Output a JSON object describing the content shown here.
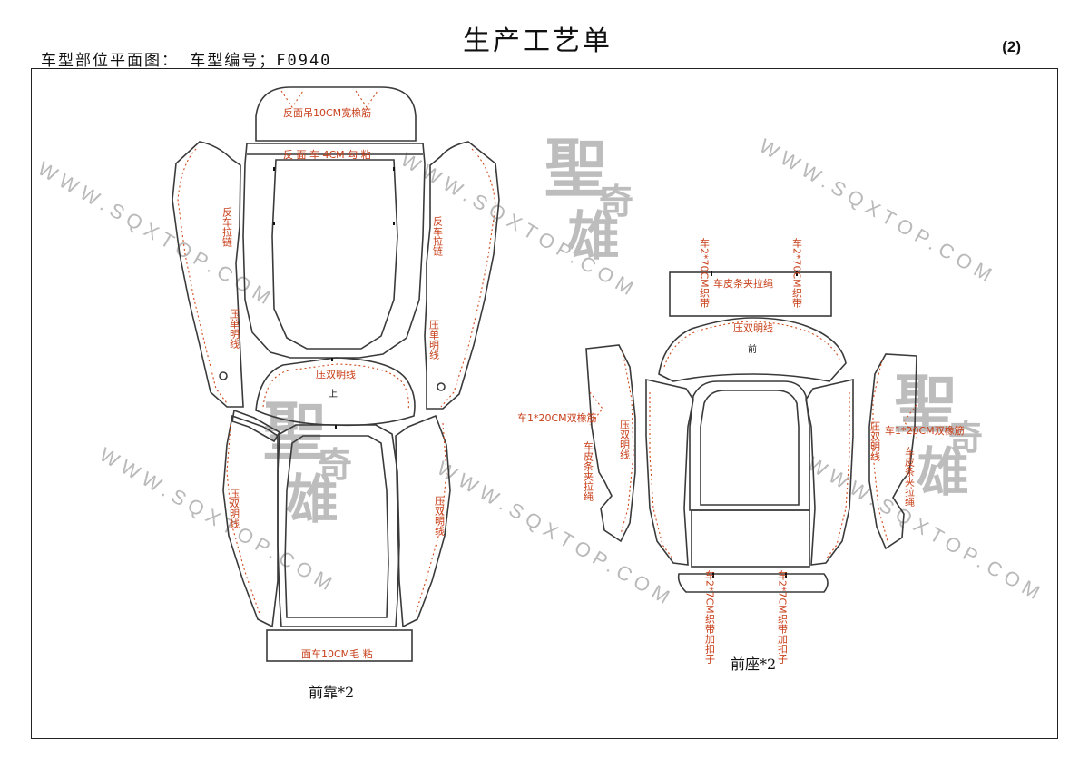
{
  "header": {
    "title": "生产工艺单",
    "left_label": "车型部位平面图：  车型编号；F0940",
    "page_number": "(2)"
  },
  "watermark": {
    "url": "WWW.SQXTOP.COM",
    "logo_char_1": "聖",
    "logo_char_2": "奇",
    "logo_char_3": "雄"
  },
  "back_pattern": {
    "caption": "前靠*2",
    "top_flap_note": "反面吊10CM宽橡筋",
    "band_note": "反 面 车 4CM  勾 粘",
    "left_zip": "反车拉链",
    "right_zip": "反车拉链",
    "left_single_stitch": "压单明线",
    "right_single_stitch": "压单明线",
    "head_double_stitch": "压双明线",
    "head_up_mark": "上",
    "left_double_stitch": "压双明线",
    "right_double_stitch": "压双明线",
    "bottom_note": "面车10CM毛 粘"
  },
  "seat_pattern": {
    "caption": "前座*2",
    "strip_note_left": "车2*70CM织带",
    "strip_note_right": "车2*70CM织带",
    "strip_note_center": "车皮条夹拉绳",
    "front_double_stitch": "压双明线",
    "front_mark": "前",
    "left_elastic": "车1*20CM双橡筋",
    "left_leather_strip": "车皮条夹拉绳",
    "left_double_stitch": "压双明线",
    "right_elastic": "车1*20CM双橡筋",
    "right_leather_strip": "车皮条夹拉绳",
    "right_double_stitch": "压双明线",
    "bottom_note_left": "车2*7CM织带加扣子",
    "bottom_note_right": "车2*7CM织带加扣子"
  }
}
